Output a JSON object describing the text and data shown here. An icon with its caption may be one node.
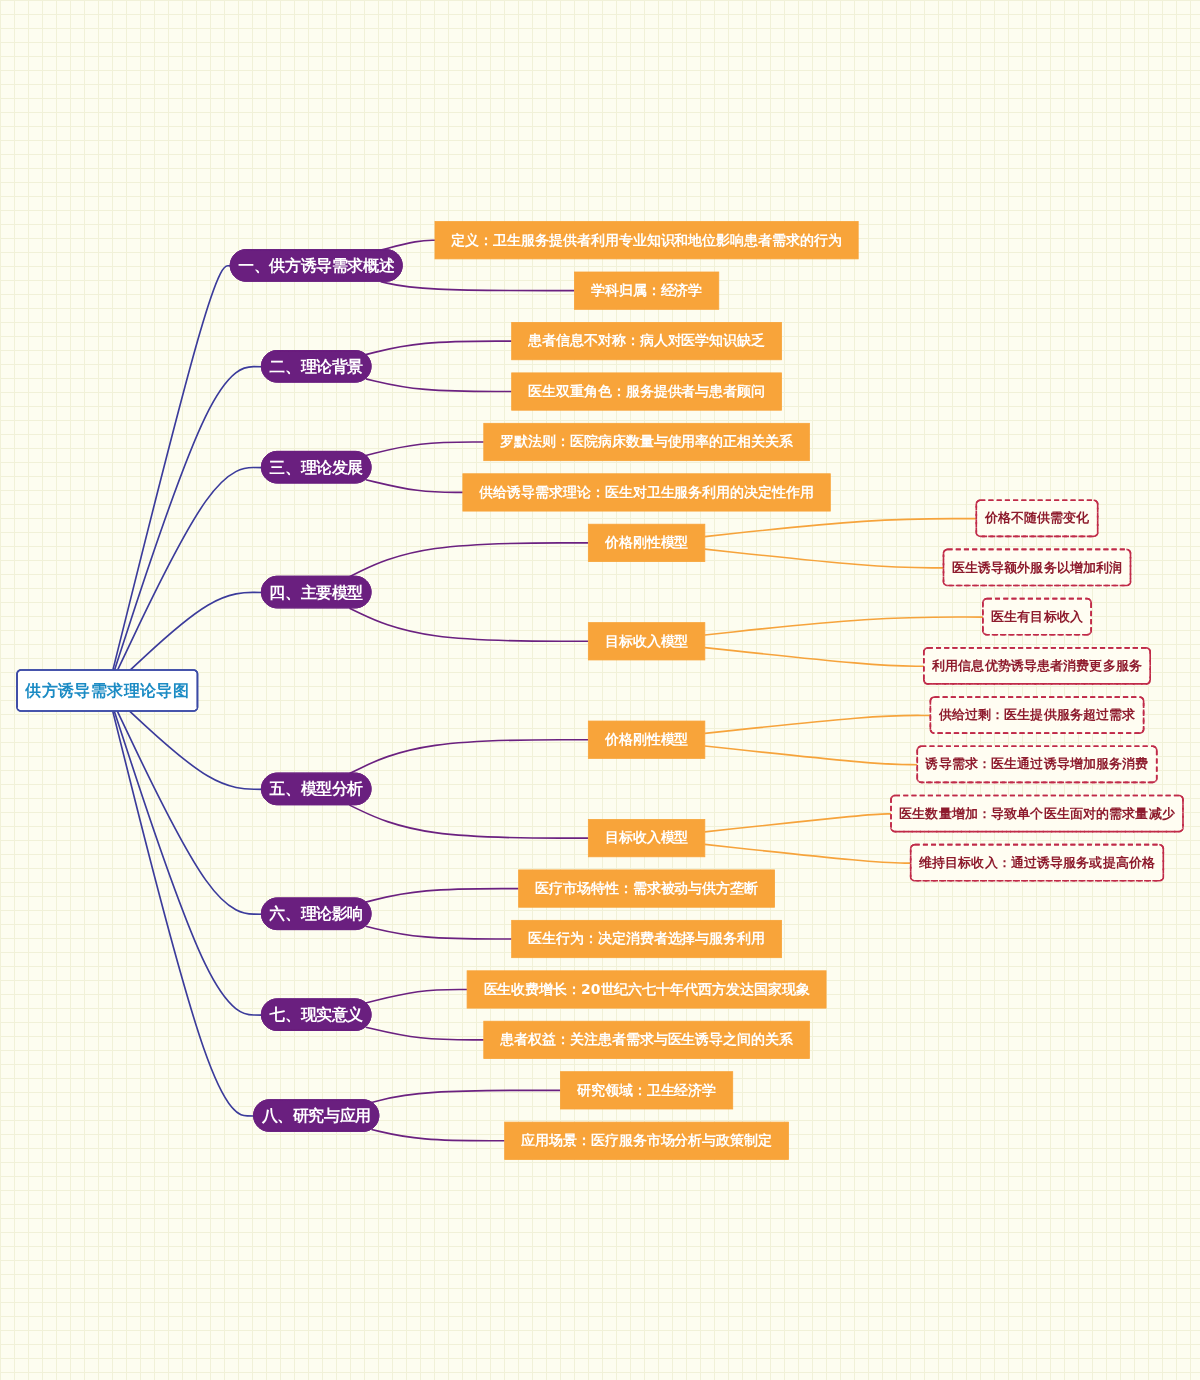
{
  "diagram": {
    "nodes": [
      {
        "text": [
          "供方诱导需求理论导图"
        ]
      },
      {
        "text": [
          "一、供方诱导需求概述"
        ]
      },
      {
        "text": [
          "定义：卫生服务提供者利用专业知识和地位影响患者需求的行为"
        ]
      },
      {
        "text": [
          "学科归属：经济学"
        ]
      },
      {
        "text": [
          "二、理论背景"
        ]
      },
      {
        "text": [
          "患者信息不对称：病人对医学知识缺乏"
        ]
      },
      {
        "text": [
          "医生双重角色：服务提供者与患者顾问"
        ]
      },
      {
        "text": [
          "三、理论发展"
        ]
      },
      {
        "text": [
          "罗默法则：医院病床数量与使用率的正相关关系"
        ]
      },
      {
        "text": [
          "供给诱导需求理论：医生对卫生服务利用的决定性作用"
        ]
      },
      {
        "text": [
          "四、主要模型"
        ]
      },
      {
        "text": [
          "价格刚性模型"
        ]
      },
      {
        "text": [
          "价格不随供需变化"
        ]
      },
      {
        "text": [
          "医生诱导额外服务以增加利润"
        ]
      },
      {
        "text": [
          "目标收入模型"
        ]
      },
      {
        "text": [
          "医生有目标收入"
        ]
      },
      {
        "text": [
          "利用信息优势诱导患者消费更多服务"
        ]
      },
      {
        "text": [
          "五、模型分析"
        ]
      },
      {
        "text": [
          "价格刚性模型"
        ]
      },
      {
        "text": [
          "供给过剩：医生提供服务超过需求"
        ]
      },
      {
        "text": [
          "诱导需求：医生通过诱导增加服务消费"
        ]
      },
      {
        "text": [
          "目标收入模型"
        ]
      },
      {
        "text": [
          "医生数量增加：导致单个医生面对的需求量减少"
        ]
      },
      {
        "text": [
          "维持目标收入：通过诱导服务或提高价格"
        ]
      },
      {
        "text": [
          "六、理论影响"
        ]
      },
      {
        "text": [
          "医疗市场特性：需求被动与供方垄断"
        ]
      },
      {
        "text": [
          "医生行为：决定消费者选择与服务利用"
        ]
      },
      {
        "text": [
          "七、现实意义"
        ]
      },
      {
        "text": [
          "医生收费增长：20世纪六七十年代西方发达国家现象"
        ]
      },
      {
        "text": [
          "患者权益：关注患者需求与医生诱导之间的关系"
        ]
      },
      {
        "text": [
          "八、研究与应用"
        ]
      },
      {
        "text": [
          "研究领域：卫生经济学"
        ]
      },
      {
        "text": [
          "应用场景：医疗服务市场分析与政策制定"
        ]
      }
    ],
    "edges": [
      {
        "from": 0,
        "to": 1,
        "arrow": "none",
        "color": "#3b3b9b"
      },
      {
        "from": 1,
        "to": 2,
        "arrow": "none"
      },
      {
        "from": 1,
        "to": 3,
        "arrow": "none"
      },
      {
        "from": 0,
        "to": 4,
        "arrow": "none",
        "color": "#3b3b9b"
      },
      {
        "from": 4,
        "to": 5,
        "arrow": "none"
      },
      {
        "from": 4,
        "to": 6,
        "arrow": "none"
      },
      {
        "from": 0,
        "to": 7,
        "arrow": "none",
        "color": "#3b3b9b"
      },
      {
        "from": 7,
        "to": 8,
        "arrow": "none"
      },
      {
        "from": 7,
        "to": 9,
        "arrow": "none"
      },
      {
        "from": 0,
        "to": 10,
        "arrow": "none",
        "color": "#3b3b9b"
      },
      {
        "from": 10,
        "to": 11,
        "arrow": "none"
      },
      {
        "from": 11,
        "to": 12,
        "arrow": "none",
        "color": "#f6a33b"
      },
      {
        "from": 11,
        "to": 13,
        "arrow": "none",
        "color": "#f6a33b"
      },
      {
        "from": 10,
        "to": 14,
        "arrow": "none"
      },
      {
        "from": 14,
        "to": 15,
        "arrow": "none",
        "color": "#f6a33b"
      },
      {
        "from": 14,
        "to": 16,
        "arrow": "none",
        "color": "#f6a33b"
      },
      {
        "from": 0,
        "to": 17,
        "arrow": "none",
        "color": "#3b3b9b"
      },
      {
        "from": 17,
        "to": 18,
        "arrow": "none"
      },
      {
        "from": 18,
        "to": 19,
        "arrow": "none",
        "color": "#f6a33b"
      },
      {
        "from": 18,
        "to": 20,
        "arrow": "none",
        "color": "#f6a33b"
      },
      {
        "from": 17,
        "to": 21,
        "arrow": "none"
      },
      {
        "from": 21,
        "to": 22,
        "arrow": "none",
        "color": "#f6a33b"
      },
      {
        "from": 21,
        "to": 23,
        "arrow": "none",
        "color": "#f6a33b"
      },
      {
        "from": 0,
        "to": 24,
        "arrow": "none",
        "color": "#3b3b9b"
      },
      {
        "from": 24,
        "to": 25,
        "arrow": "none"
      },
      {
        "from": 24,
        "to": 26,
        "arrow": "none"
      },
      {
        "from": 0,
        "to": 27,
        "arrow": "none",
        "color": "#3b3b9b"
      },
      {
        "from": 27,
        "to": 28,
        "arrow": "none"
      },
      {
        "from": 27,
        "to": 29,
        "arrow": "none"
      },
      {
        "from": 0,
        "to": 30,
        "arrow": "none",
        "color": "#3b3b9b"
      },
      {
        "from": 30,
        "to": 31,
        "arrow": "none"
      },
      {
        "from": 30,
        "to": 32,
        "arrow": "none"
      }
    ]
  }
}
